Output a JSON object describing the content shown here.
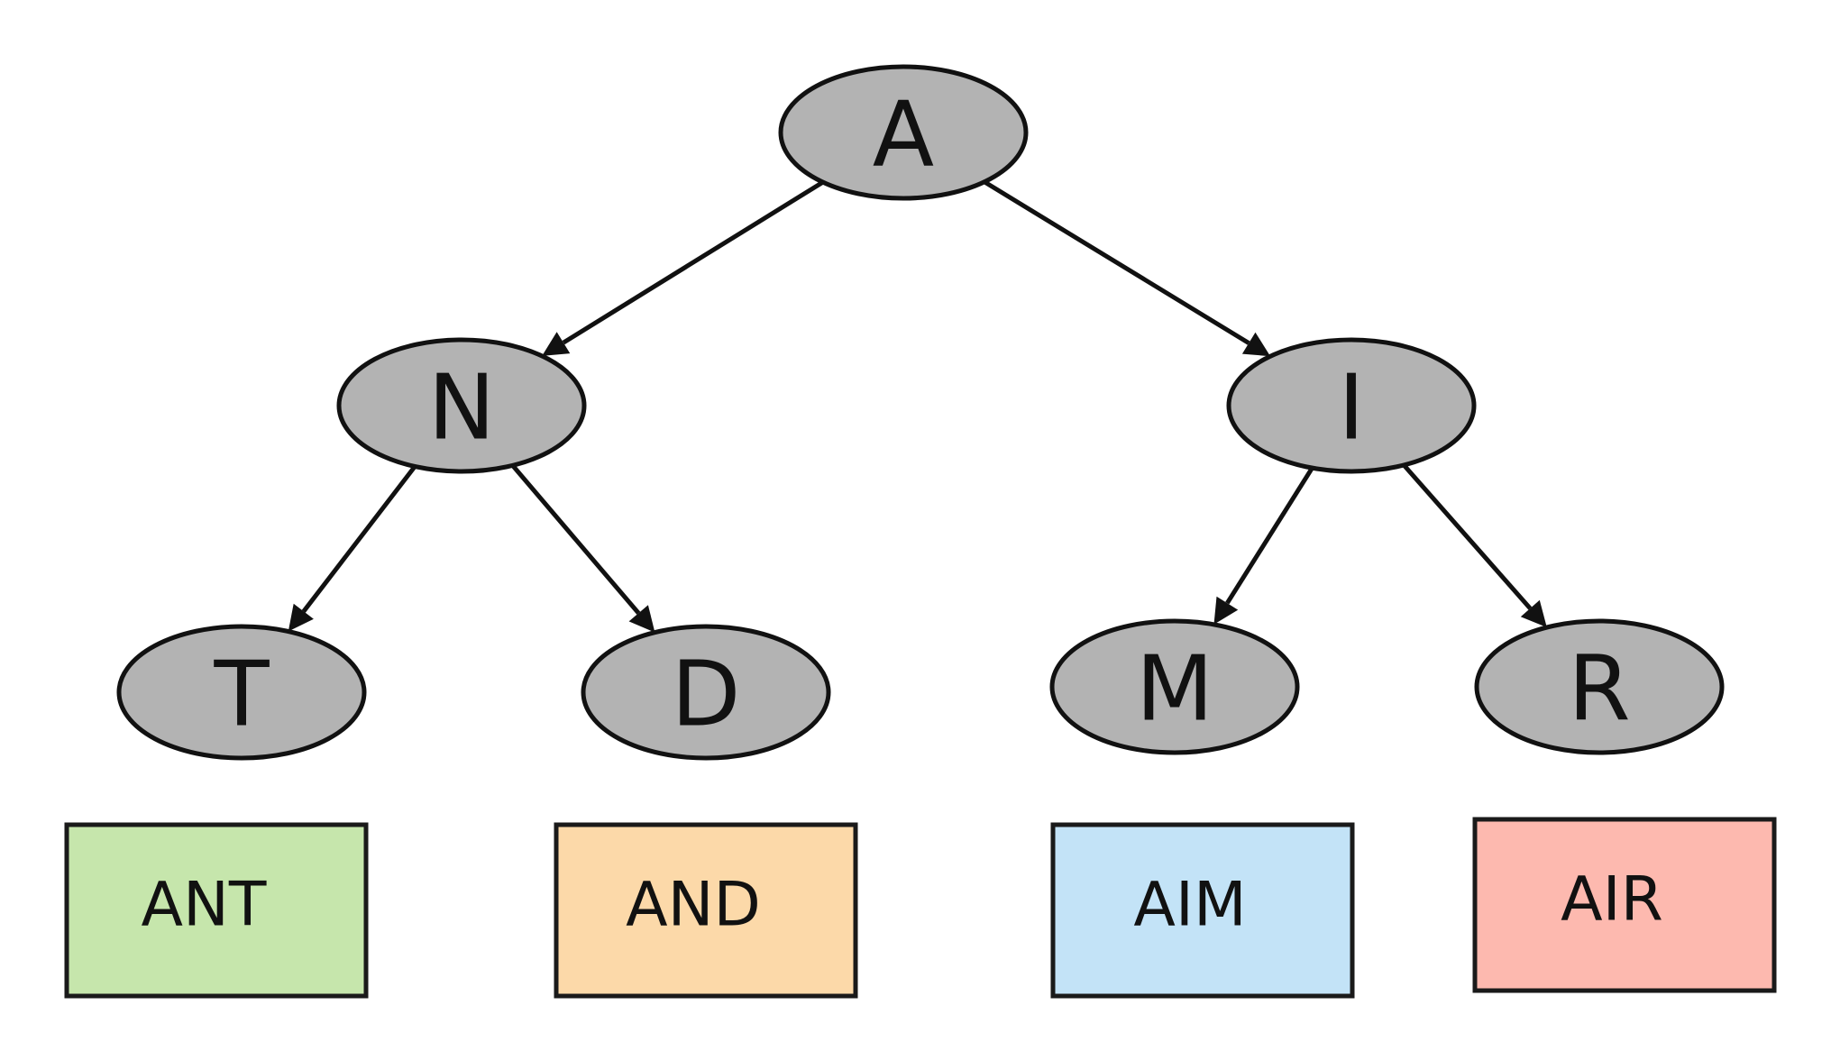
{
  "diagram": {
    "node_fill": "#b3b3b3",
    "stroke": "#111111",
    "nodes": [
      {
        "id": "A",
        "label": "A"
      },
      {
        "id": "N",
        "label": "N"
      },
      {
        "id": "I",
        "label": "I"
      },
      {
        "id": "T",
        "label": "T"
      },
      {
        "id": "D",
        "label": "D"
      },
      {
        "id": "M",
        "label": "M"
      },
      {
        "id": "R",
        "label": "R"
      }
    ],
    "edges": [
      {
        "from": "A",
        "to": "N"
      },
      {
        "from": "A",
        "to": "I"
      },
      {
        "from": "N",
        "to": "T"
      },
      {
        "from": "N",
        "to": "D"
      },
      {
        "from": "I",
        "to": "M"
      },
      {
        "from": "I",
        "to": "R"
      }
    ],
    "words": [
      {
        "id": "ANT",
        "label": "ANT",
        "color": "#c6e6ac"
      },
      {
        "id": "AND",
        "label": "AND",
        "color": "#fcd9a9"
      },
      {
        "id": "AIM",
        "label": "AIM",
        "color": "#c3e3f7"
      },
      {
        "id": "AIR",
        "label": "AIR",
        "color": "#fdb9af"
      }
    ]
  }
}
